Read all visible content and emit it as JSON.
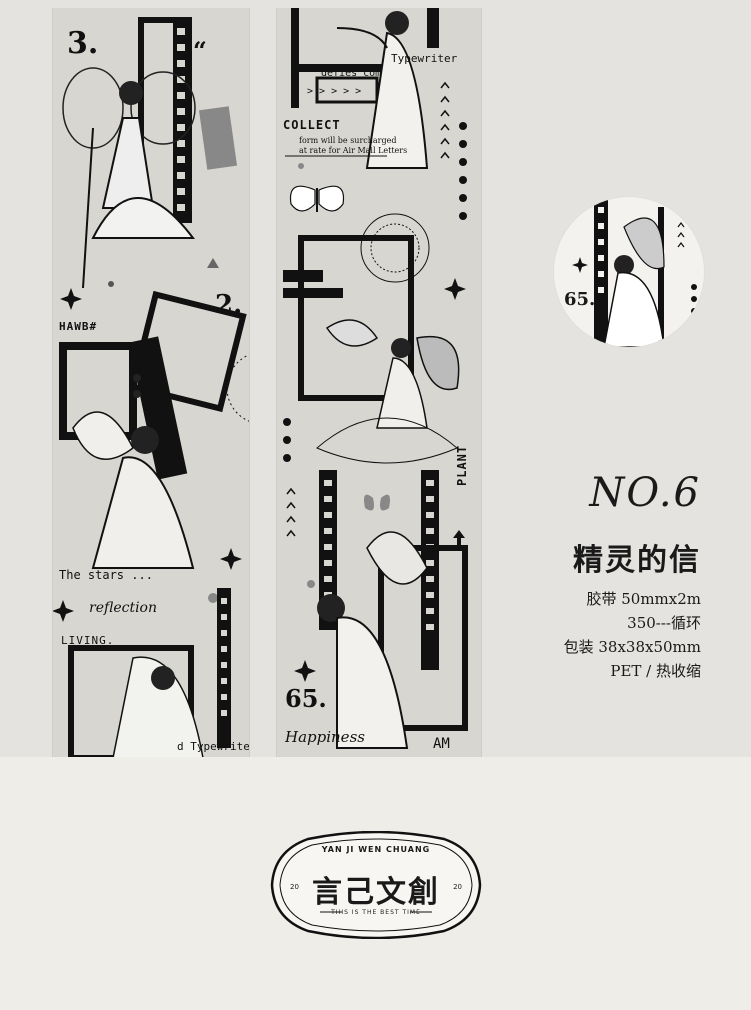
{
  "tape_left": {
    "num_a": "3.",
    "quote": "“",
    "num_b": "2.",
    "hawb": "HAWB#",
    "stars": "The  stars ...",
    "reflection": "reflection",
    "living": "LIVING.",
    "typewriter": "d Typewriter"
  },
  "tape_mid": {
    "typewriter": "Typewriter",
    "defies": "defies com",
    "arrows": "> > > > >",
    "collect": "COLLECT",
    "form_line1": "form will be surcharged",
    "form_line2": "at rate for Air Mail Letters",
    "plant": "PLANT",
    "num": "65.",
    "happiness": "Happiness",
    "am": "AM"
  },
  "sample": {
    "num": "65."
  },
  "spec": {
    "no": "NO.6",
    "title": "精灵的信",
    "line1": "胶带 50mmx2m",
    "line2": "350---循环",
    "line3": "包装 38x38x50mm",
    "line4": "PET / 热收缩"
  },
  "logo": {
    "top": "YAN JI WEN CHUANG",
    "main": "言己文創",
    "year_left": "20",
    "year_right": "20",
    "bottom": "THIS IS THE BEST TIME"
  }
}
